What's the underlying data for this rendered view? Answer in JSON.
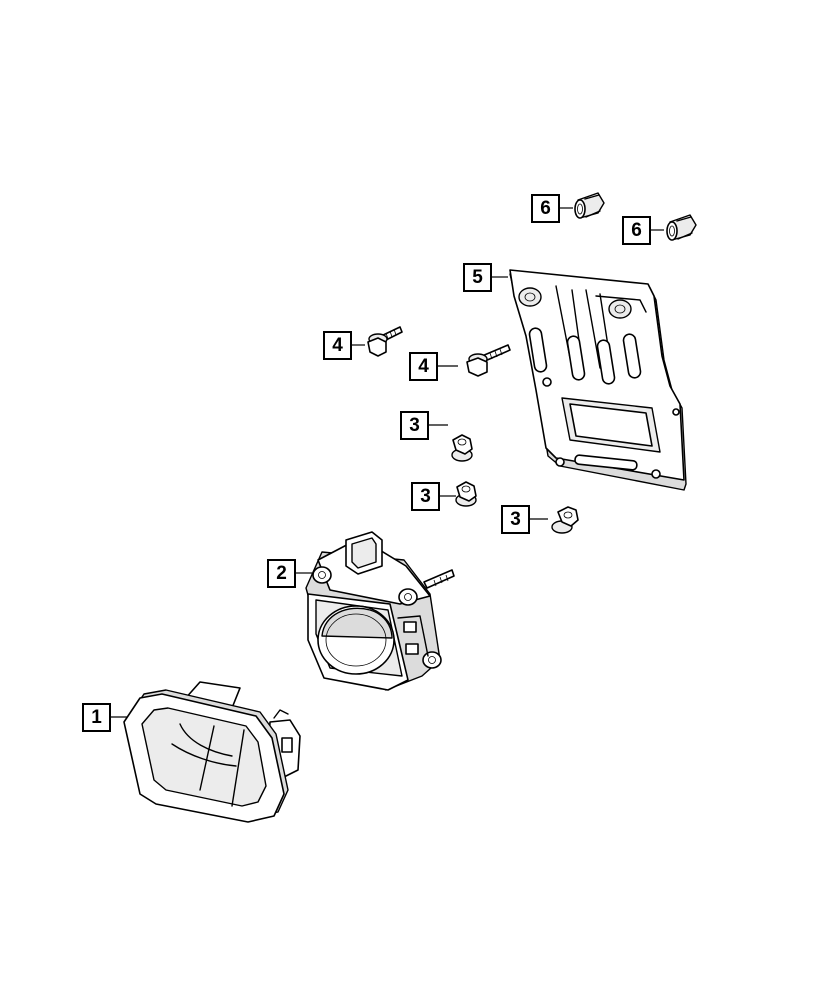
{
  "callouts": [
    {
      "label": "1"
    },
    {
      "label": "2"
    },
    {
      "label": "3"
    },
    {
      "label": "3"
    },
    {
      "label": "3"
    },
    {
      "label": "4"
    },
    {
      "label": "4"
    },
    {
      "label": "5"
    },
    {
      "label": "6"
    },
    {
      "label": "6"
    }
  ]
}
